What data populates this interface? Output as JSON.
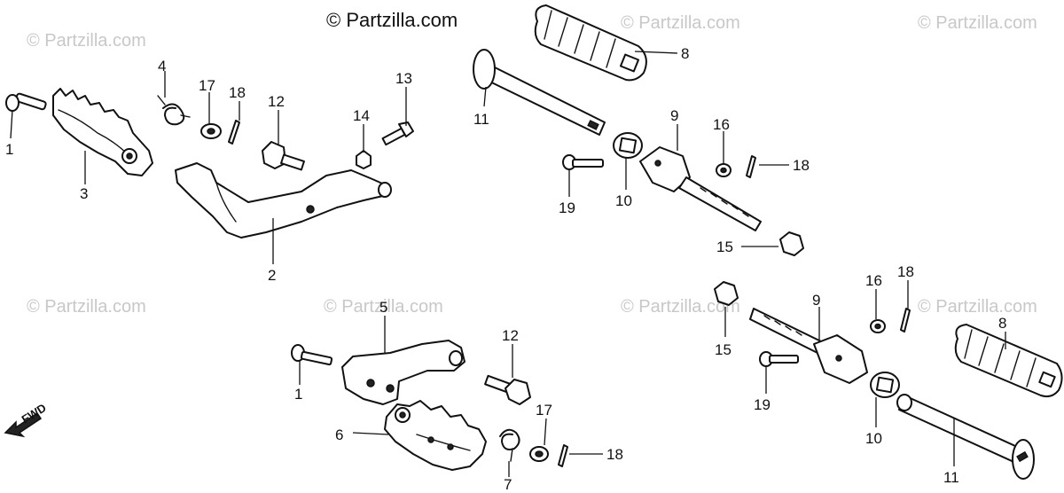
{
  "watermark": "© Partzilla.com",
  "fwd_label": "FWD",
  "callouts": {
    "c1a": "1",
    "c3": "3",
    "c4": "4",
    "c17a": "17",
    "c18a": "18",
    "c12a": "12",
    "c14": "14",
    "c13": "13",
    "c2": "2",
    "c11a": "11",
    "c8a": "8",
    "c9a": "9",
    "c16a": "16",
    "c18b": "18",
    "c19a": "19",
    "c10a": "10",
    "c15a": "15",
    "c16b": "16",
    "c18c": "18",
    "c9b": "9",
    "c15b": "15",
    "c8b": "8",
    "c19b": "19",
    "c10b": "10",
    "c11b": "11",
    "c5": "5",
    "c1b": "1",
    "c12b": "12",
    "c6": "6",
    "c17b": "17",
    "c18d": "18",
    "c7": "7"
  }
}
